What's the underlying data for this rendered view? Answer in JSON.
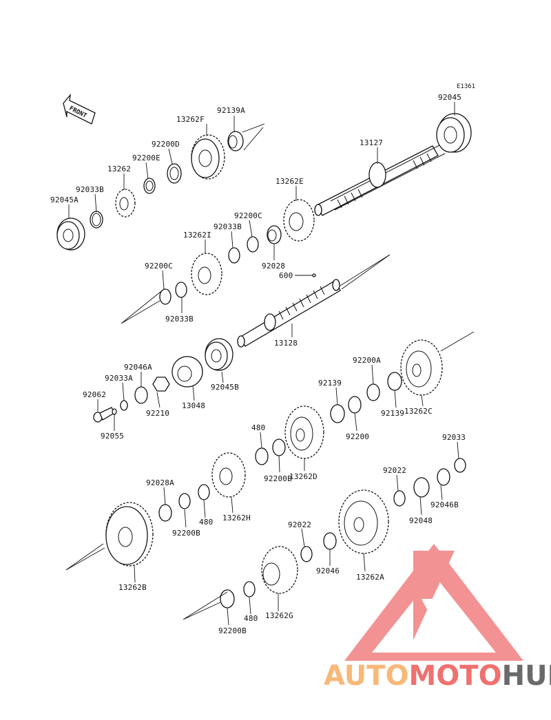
{
  "diagram": {
    "code": "E1361",
    "front_label": "FRONT",
    "labels": [
      {
        "id": "p01",
        "text": "92045"
      },
      {
        "id": "p02",
        "text": "13127"
      },
      {
        "id": "p03",
        "text": "92139A"
      },
      {
        "id": "p04",
        "text": "13262F"
      },
      {
        "id": "p05",
        "text": "92200D"
      },
      {
        "id": "p06",
        "text": "92200E"
      },
      {
        "id": "p07",
        "text": "13262"
      },
      {
        "id": "p08",
        "text": "92033B"
      },
      {
        "id": "p09",
        "text": "92045A"
      },
      {
        "id": "p10",
        "text": "13262E"
      },
      {
        "id": "p11",
        "text": "92200C"
      },
      {
        "id": "p12",
        "text": "92033B"
      },
      {
        "id": "p13",
        "text": "13262I"
      },
      {
        "id": "p14",
        "text": "92028"
      },
      {
        "id": "p15",
        "text": "600"
      },
      {
        "id": "p16",
        "text": "92200C"
      },
      {
        "id": "p17",
        "text": "92033B"
      },
      {
        "id": "p18",
        "text": "13128"
      },
      {
        "id": "p19",
        "text": "92046A"
      },
      {
        "id": "p20",
        "text": "92033A"
      },
      {
        "id": "p21",
        "text": "92062"
      },
      {
        "id": "p22",
        "text": "92210"
      },
      {
        "id": "p23",
        "text": "13048"
      },
      {
        "id": "p24",
        "text": "92045B"
      },
      {
        "id": "p25",
        "text": "92055"
      },
      {
        "id": "p26",
        "text": "92200A"
      },
      {
        "id": "p27",
        "text": "92139"
      },
      {
        "id": "p28",
        "text": "92139"
      },
      {
        "id": "p29",
        "text": "92200"
      },
      {
        "id": "p30",
        "text": "13262C"
      },
      {
        "id": "p31",
        "text": "480"
      },
      {
        "id": "p32",
        "text": "92200B"
      },
      {
        "id": "p33",
        "text": "13262D"
      },
      {
        "id": "p34",
        "text": "92033"
      },
      {
        "id": "p35",
        "text": "92022"
      },
      {
        "id": "p36",
        "text": "92046B"
      },
      {
        "id": "p37",
        "text": "92048"
      },
      {
        "id": "p38",
        "text": "92028A"
      },
      {
        "id": "p39",
        "text": "92200B"
      },
      {
        "id": "p40",
        "text": "480"
      },
      {
        "id": "p41",
        "text": "13262H"
      },
      {
        "id": "p42",
        "text": "92022"
      },
      {
        "id": "p43",
        "text": "92046"
      },
      {
        "id": "p44",
        "text": "13262A"
      },
      {
        "id": "p45",
        "text": "13262B"
      },
      {
        "id": "p46",
        "text": "480"
      },
      {
        "id": "p47",
        "text": "13262G"
      },
      {
        "id": "p48",
        "text": "92200B"
      }
    ]
  },
  "watermark": {
    "part1": "AUTO",
    "part2": "MOTO",
    "part3": "HUB",
    "color_orange": "#f8b878",
    "color_red": "#f07070",
    "color_gray": "#6a6a6a",
    "logo_color": "#f28080"
  }
}
